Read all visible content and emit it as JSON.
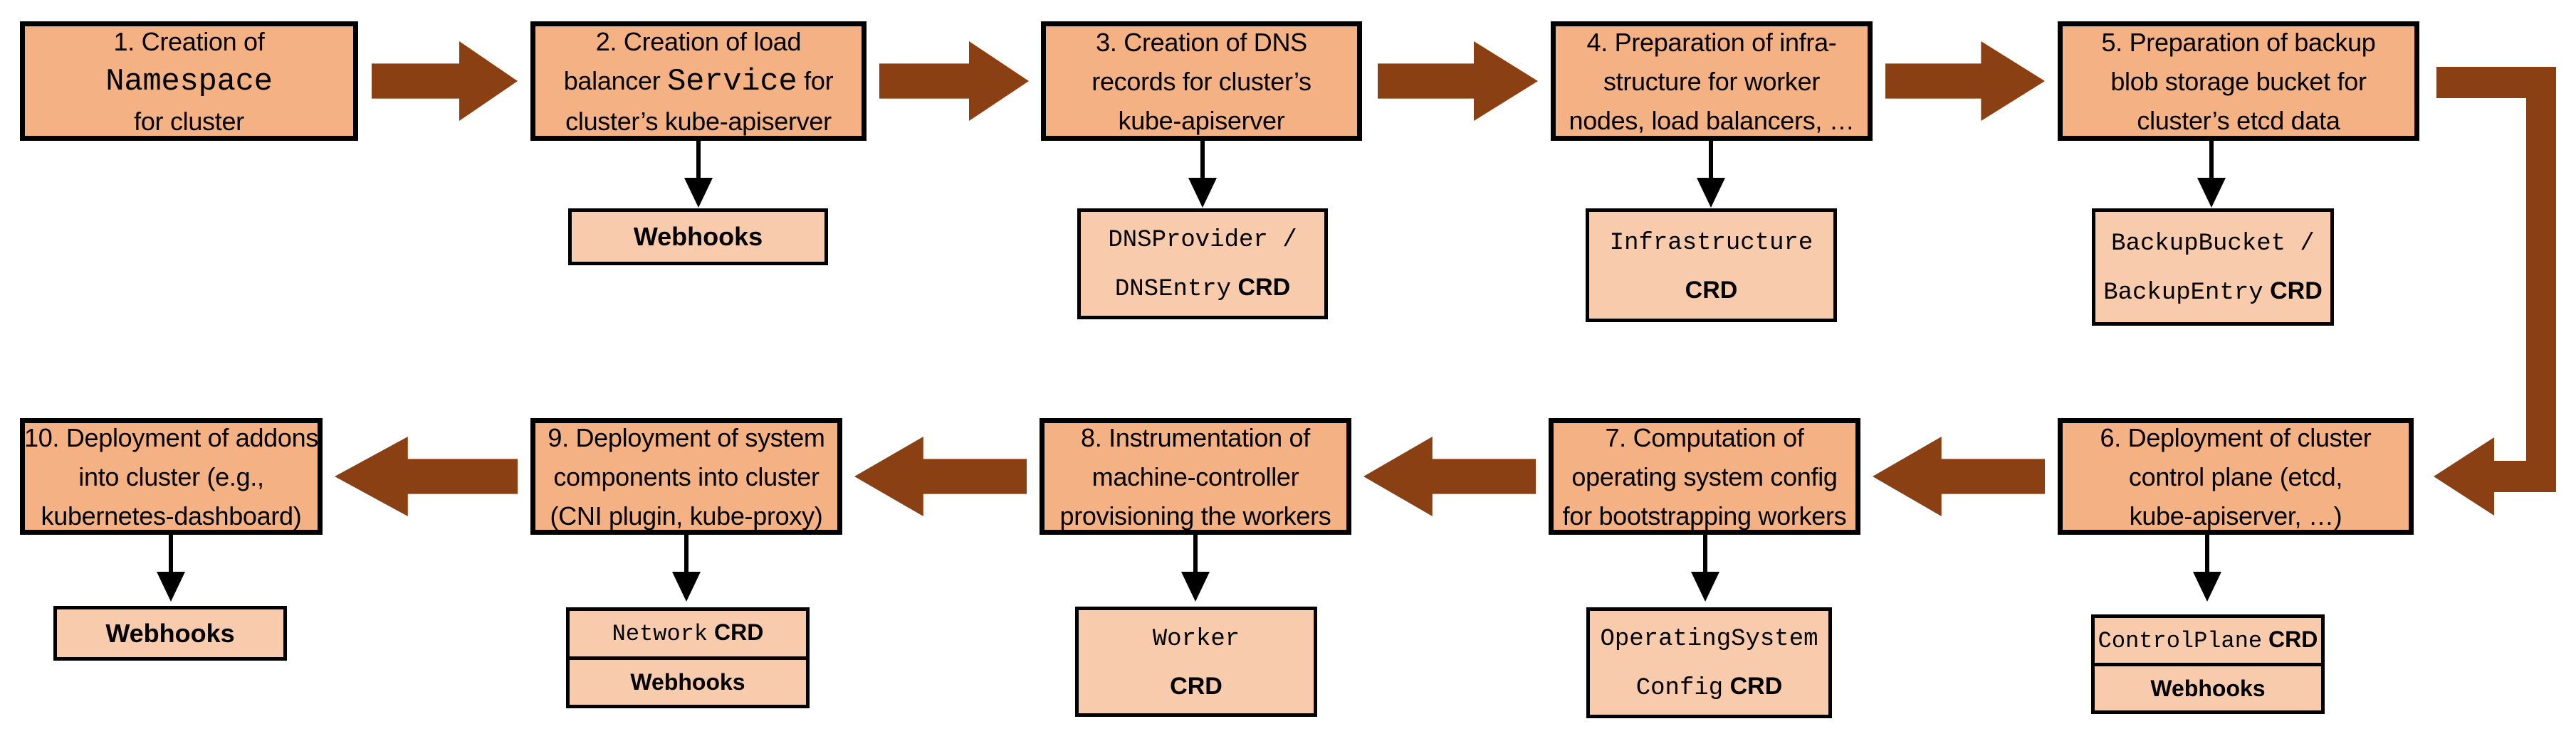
{
  "colors": {
    "step_fill": "#F4B183",
    "crd_fill": "#F8CBAD",
    "arrow": "#8A4012",
    "border": "#000000"
  },
  "steps": [
    {
      "id": "1",
      "lines": [
        [
          {
            "t": "1. Creation of"
          }
        ],
        [
          {
            "t": "Namespace",
            "mono": true
          }
        ],
        [
          {
            "t": "for cluster"
          }
        ]
      ],
      "sub": null
    },
    {
      "id": "2",
      "lines": [
        [
          {
            "t": "2. Creation of load"
          }
        ],
        [
          {
            "t": "balancer "
          },
          {
            "t": "Service",
            "mono": true
          },
          {
            "t": " for"
          }
        ],
        [
          {
            "t": "cluster’s kube-apiserver"
          }
        ]
      ],
      "sub": {
        "cells": [
          {
            "lines": [
              [
                {
                  "t": "Webhooks",
                  "bold": true
                }
              ]
            ]
          }
        ]
      }
    },
    {
      "id": "3",
      "lines": [
        [
          {
            "t": "3. Creation of DNS"
          }
        ],
        [
          {
            "t": "records for cluster’s"
          }
        ],
        [
          {
            "t": "kube-apiserver"
          }
        ]
      ],
      "sub": {
        "cells": [
          {
            "lines": [
              [
                {
                  "t": "DNSProvider /",
                  "mono": true
                }
              ],
              [
                {
                  "t": "DNSEntry",
                  "mono": true
                },
                {
                  "t": " CRD",
                  "bold": true
                }
              ]
            ]
          }
        ]
      }
    },
    {
      "id": "4",
      "lines": [
        [
          {
            "t": "4. Preparation of infra-"
          }
        ],
        [
          {
            "t": "structure for worker"
          }
        ],
        [
          {
            "t": "nodes, load balancers, …"
          }
        ]
      ],
      "sub": {
        "cells": [
          {
            "lines": [
              [
                {
                  "t": "Infrastructure",
                  "mono": true
                }
              ],
              [
                {
                  "t": "CRD",
                  "bold": true
                }
              ]
            ]
          }
        ]
      }
    },
    {
      "id": "5",
      "lines": [
        [
          {
            "t": "5. Preparation of backup"
          }
        ],
        [
          {
            "t": "blob storage bucket for"
          }
        ],
        [
          {
            "t": "cluster’s etcd data"
          }
        ]
      ],
      "sub": {
        "cells": [
          {
            "lines": [
              [
                {
                  "t": "BackupBucket /",
                  "mono": true
                }
              ],
              [
                {
                  "t": "BackupEntry",
                  "mono": true
                },
                {
                  "t": " CRD",
                  "bold": true
                }
              ]
            ]
          }
        ]
      }
    },
    {
      "id": "6",
      "lines": [
        [
          {
            "t": "6. Deployment of cluster"
          }
        ],
        [
          {
            "t": "control plane (etcd,"
          }
        ],
        [
          {
            "t": "kube-apiserver, …)"
          }
        ]
      ],
      "sub": {
        "cells": [
          {
            "lines": [
              [
                {
                  "t": "ControlPlane",
                  "mono": true
                },
                {
                  "t": " CRD",
                  "bold": true
                }
              ]
            ]
          },
          {
            "lines": [
              [
                {
                  "t": "Webhooks",
                  "bold": true
                }
              ]
            ]
          }
        ]
      }
    },
    {
      "id": "7",
      "lines": [
        [
          {
            "t": "7. Computation of"
          }
        ],
        [
          {
            "t": "operating system config"
          }
        ],
        [
          {
            "t": "for bootstrapping workers"
          }
        ]
      ],
      "sub": {
        "cells": [
          {
            "lines": [
              [
                {
                  "t": "OperatingSystem",
                  "mono": true
                }
              ],
              [
                {
                  "t": "Config",
                  "mono": true
                },
                {
                  "t": " CRD",
                  "bold": true
                }
              ]
            ]
          }
        ]
      }
    },
    {
      "id": "8",
      "lines": [
        [
          {
            "t": "8. Instrumentation of"
          }
        ],
        [
          {
            "t": "machine-controller"
          }
        ],
        [
          {
            "t": "provisioning the workers"
          }
        ]
      ],
      "sub": {
        "cells": [
          {
            "lines": [
              [
                {
                  "t": "Worker",
                  "mono": true
                }
              ],
              [
                {
                  "t": "CRD",
                  "bold": true
                }
              ]
            ]
          }
        ]
      }
    },
    {
      "id": "9",
      "lines": [
        [
          {
            "t": "9. Deployment of system"
          }
        ],
        [
          {
            "t": "components into cluster"
          }
        ],
        [
          {
            "t": "(CNI plugin, kube-proxy)"
          }
        ]
      ],
      "sub": {
        "cells": [
          {
            "lines": [
              [
                {
                  "t": "Network",
                  "mono": true
                },
                {
                  "t": " CRD",
                  "bold": true
                }
              ]
            ]
          },
          {
            "lines": [
              [
                {
                  "t": "Webhooks",
                  "bold": true
                }
              ]
            ]
          }
        ]
      }
    },
    {
      "id": "10",
      "lines": [
        [
          {
            "t": "10. Deployment of addons"
          }
        ],
        [
          {
            "t": "into cluster (e.g.,"
          }
        ],
        [
          {
            "t": "kubernetes-dashboard)"
          }
        ]
      ],
      "sub": {
        "cells": [
          {
            "lines": [
              [
                {
                  "t": "Webhooks",
                  "bold": true
                }
              ]
            ]
          }
        ]
      }
    }
  ]
}
